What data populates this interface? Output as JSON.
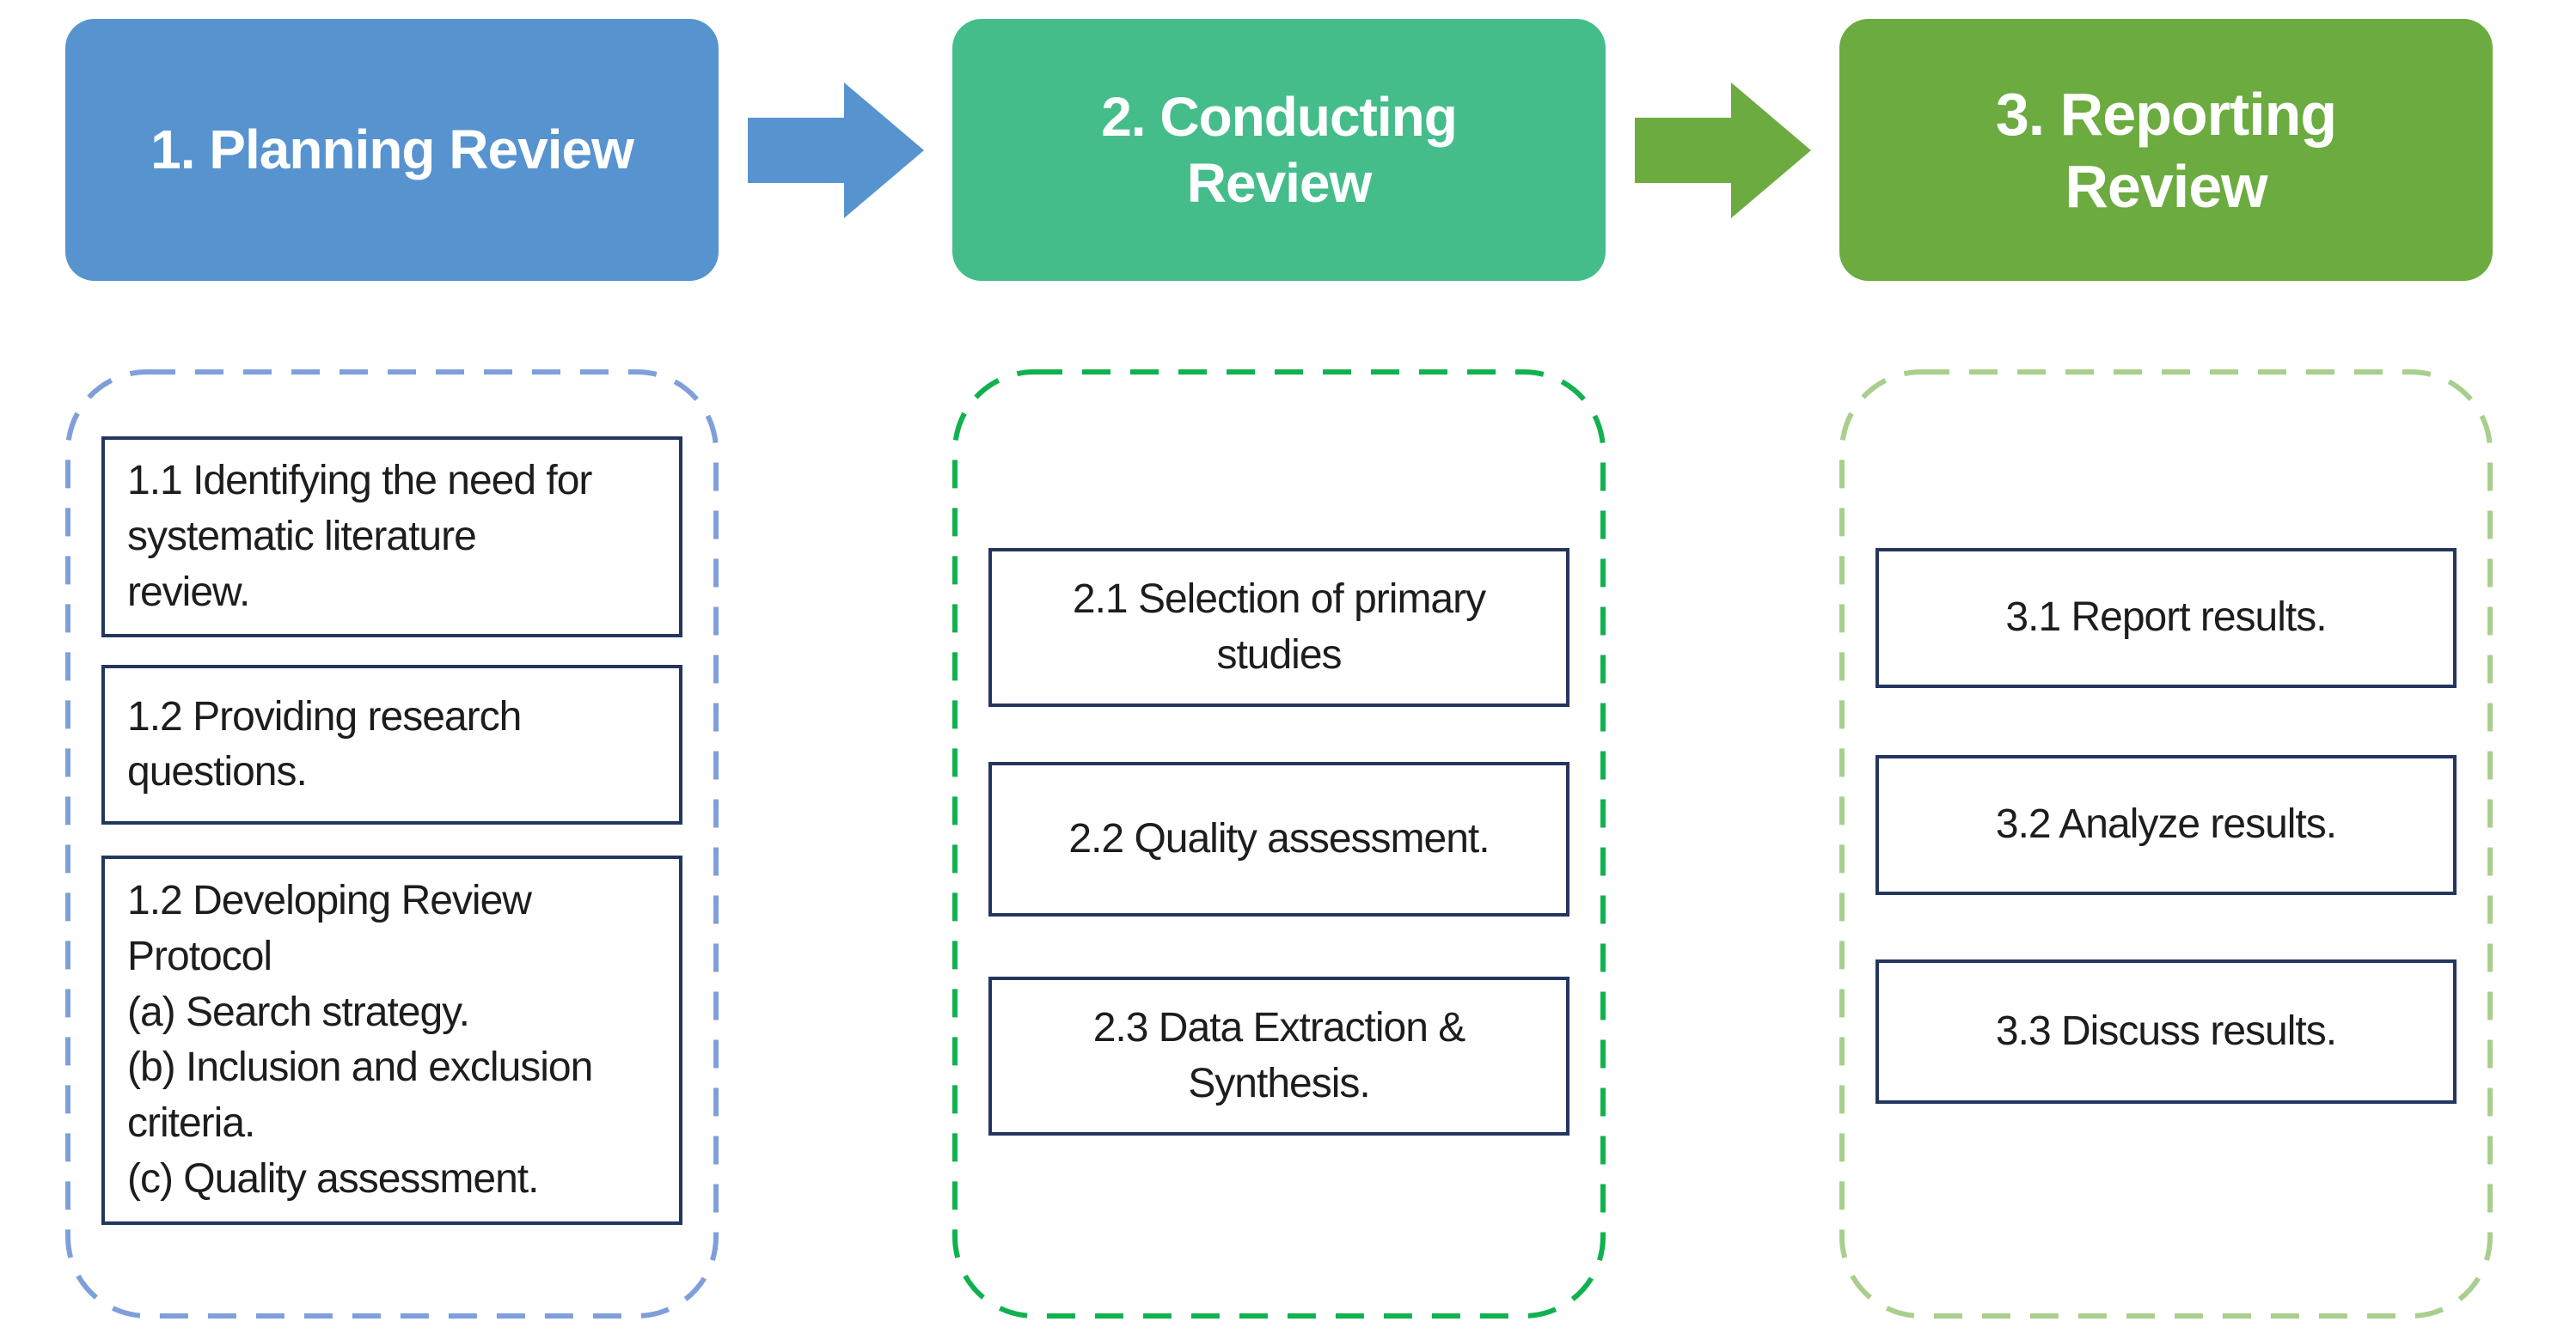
{
  "diagram_type": "process-flowchart",
  "phases": [
    {
      "number": "1",
      "title": "1. Planning Review",
      "header_color": "#5793CF",
      "outline_color": "#7F9FDB",
      "steps": [
        "1.1 Identifying the need for\nsystematic literature\nreview.",
        "1.2 Providing research\nquestions.",
        "1.2 Developing Review\nProtocol\n(a) Search strategy.\n(b) Inclusion and exclusion\ncriteria.\n(c) Quality assessment."
      ]
    },
    {
      "number": "2",
      "title": "2. Conducting\nReview",
      "header_color": "#45BD8B",
      "outline_color": "#10B14E",
      "steps": [
        "2.1 Selection of primary\nstudies",
        "2.2 Quality assessment.",
        "2.3 Data Extraction &\nSynthesis."
      ]
    },
    {
      "number": "3",
      "title": "3. Reporting\nReview",
      "header_color": "#6CAB40",
      "outline_color": "#A8CF8D",
      "steps": [
        "3.1 Report results.",
        "3.2 Analyze results.",
        "3.3 Discuss results."
      ]
    }
  ],
  "arrows": [
    {
      "direction": "right",
      "color": "#5793CF"
    },
    {
      "direction": "right",
      "color": "#6CAB40"
    }
  ],
  "step_box": {
    "border_color": "#24365F",
    "background": "#FFFFFF",
    "text_color": "#1D1D1D"
  }
}
